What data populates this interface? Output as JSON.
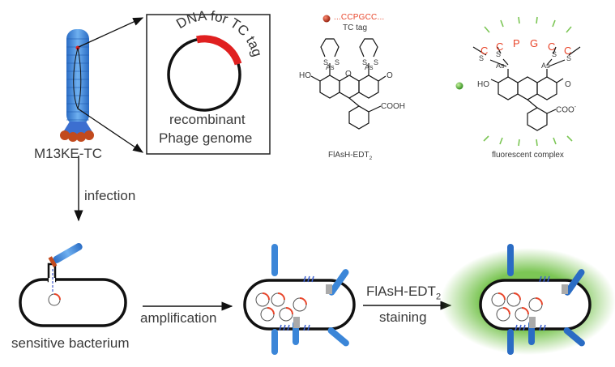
{
  "phage": {
    "label": "M13KE-TC"
  },
  "genome_box": {
    "arc_label": "DNA for TC tag",
    "line1": "recombinant",
    "line2": "Phage genome"
  },
  "tc_tag": {
    "sequence": "...CCPGCC...",
    "label": "TC tag"
  },
  "flash": {
    "name_main": "FlAsH-EDT",
    "name_sub": "2",
    "groups": {
      "ho": "HO",
      "o_ring": "O",
      "o_keto": "O",
      "cooh": "COOH",
      "s": "S",
      "as": "As"
    }
  },
  "complex": {
    "label": "fluorescent complex",
    "peptide": [
      "C",
      "C",
      "P",
      "G",
      "C",
      "C"
    ],
    "groups": {
      "ho": "HO",
      "o_keto": "O",
      "coo": "COO",
      "coo_charge": "-",
      "s": "S",
      "as": "As"
    }
  },
  "steps": {
    "infection": "infection",
    "sensitive": "sensitive bacterium",
    "amplification": "amplification",
    "staining_reagent_main": "FlAsH-EDT",
    "staining_reagent_sub": "2",
    "staining": "staining"
  },
  "colors": {
    "phage_blue": "#3b86d8",
    "phage_base": "#c24a1e",
    "tag_red": "#e02020",
    "tc_text": "#e8452a",
    "fluorescence_green": "#6cc04a"
  }
}
